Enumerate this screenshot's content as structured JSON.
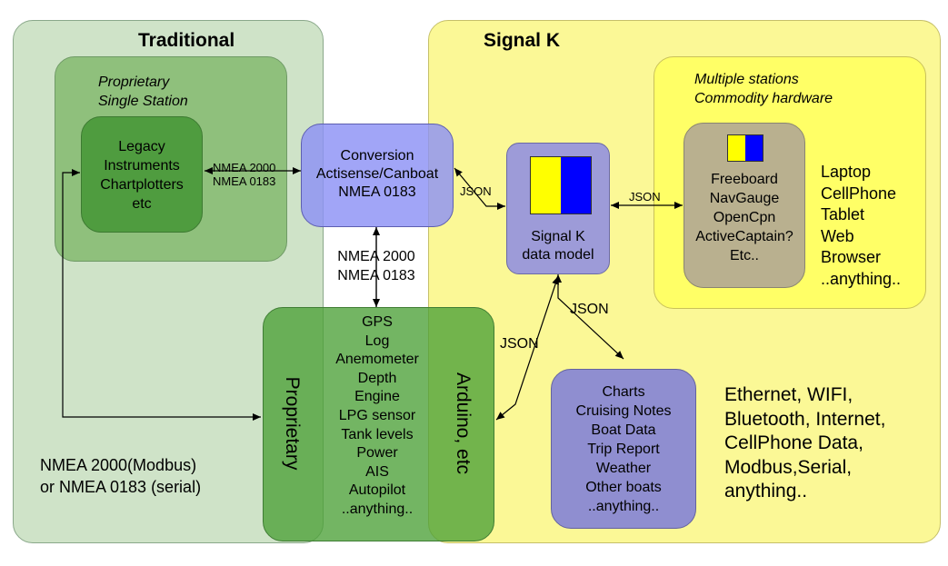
{
  "traditional": {
    "title": "Traditional",
    "proprietary_station": {
      "line1": "Proprietary",
      "line2": "Single Station"
    },
    "legacy": [
      "Legacy",
      "Instruments",
      "Chartplotters",
      "etc"
    ],
    "footer": [
      "NMEA 2000(Modbus)",
      "or NMEA 0183 (serial)"
    ]
  },
  "signalk": {
    "title": "Signal K",
    "multiple": {
      "line1": "Multiple stations",
      "line2": "Commodity hardware"
    },
    "apps": [
      "Freeboard",
      "NavGauge",
      "OpenCpn",
      "ActiveCaptain?",
      "Etc.."
    ],
    "devices": [
      "Laptop",
      "CellPhone",
      "Tablet",
      "Web",
      "Browser",
      "..anything.."
    ],
    "model": [
      "Signal K",
      "data model"
    ],
    "outputs": [
      "Charts",
      "Cruising Notes",
      "Boat Data",
      "Trip Report",
      "Weather",
      "Other boats",
      "..anything.."
    ],
    "network": [
      "Ethernet, WIFI,",
      "Bluetooth, Internet,",
      "CellPhone Data,",
      "Modbus,Serial,",
      "anything.."
    ]
  },
  "conversion": [
    "Conversion",
    "Actisense/Canboat",
    "NMEA 0183"
  ],
  "sensors": {
    "left_label": "Proprietary",
    "right_label": "Arduino, etc",
    "items": [
      "GPS",
      "Log",
      "Anemometer",
      "Depth",
      "Engine",
      "LPG sensor",
      "Tank levels",
      "Power",
      "AIS",
      "Autopilot",
      "..anything.."
    ]
  },
  "labels": {
    "nmea_small": [
      "NMEA 2000",
      "NMEA 0183"
    ],
    "nmea_mid": [
      "NMEA 2000",
      "NMEA 0183"
    ],
    "json_conv": "JSON",
    "json_apps": "JSON",
    "json_down": "JSON",
    "json_left": "JSON"
  },
  "colors": {
    "traditional_bg": "#cfe3c8",
    "station_bg": "#8fc07c",
    "legacy_bg": "#4f9c3f",
    "signalk_bg": "#faf88e",
    "multiple_bg": "#ffff66",
    "apps_bg": "#b9b08f",
    "conversion_bg": "#9b9cf0",
    "model_bg": "#9d9bd8",
    "outputs_bg": "#8f8ed0",
    "sensors_bg": "#5fae4c",
    "flag_yellow": "#ffff00",
    "flag_blue": "#0000ff"
  }
}
